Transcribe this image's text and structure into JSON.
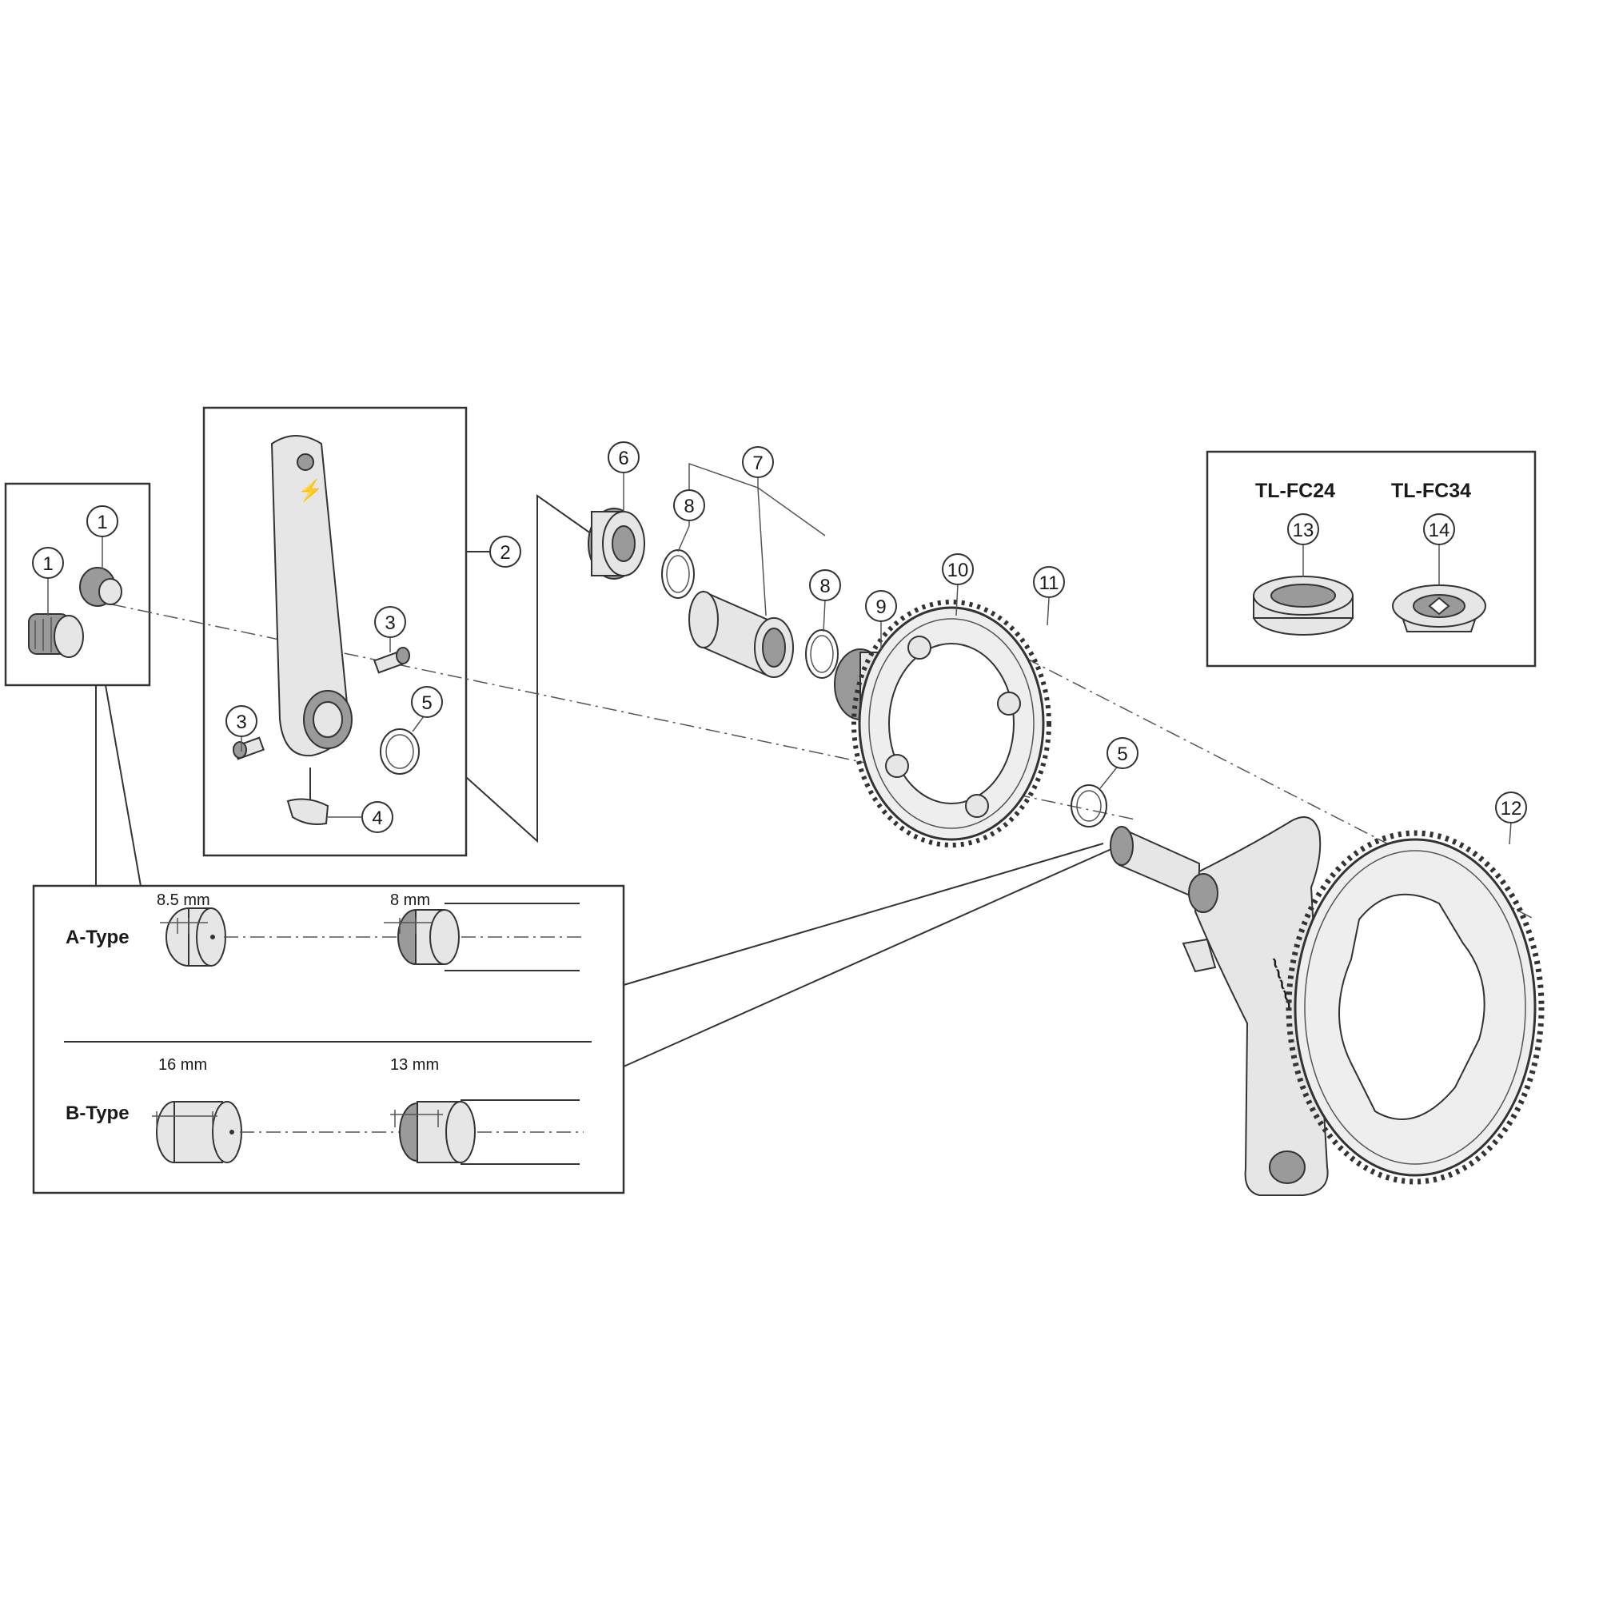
{
  "callouts": {
    "c1a": "1",
    "c1b": "1",
    "c2": "2",
    "c3a": "3",
    "c3b": "3",
    "c4": "4",
    "c5a": "5",
    "c5b": "5",
    "c6": "6",
    "c7": "7",
    "c8a": "8",
    "c8b": "8",
    "c9": "9",
    "c10": "10",
    "c11": "11",
    "c12": "12",
    "c13": "13",
    "c14": "14"
  },
  "tools": {
    "tool1": "TL-FC24",
    "tool2": "TL-FC34"
  },
  "types": {
    "a_type": "A-Type",
    "b_type": "B-Type",
    "a_dim_left": "8.5 mm",
    "a_dim_right": "8 mm",
    "b_dim_left": "16 mm",
    "b_dim_right": "13 mm"
  }
}
